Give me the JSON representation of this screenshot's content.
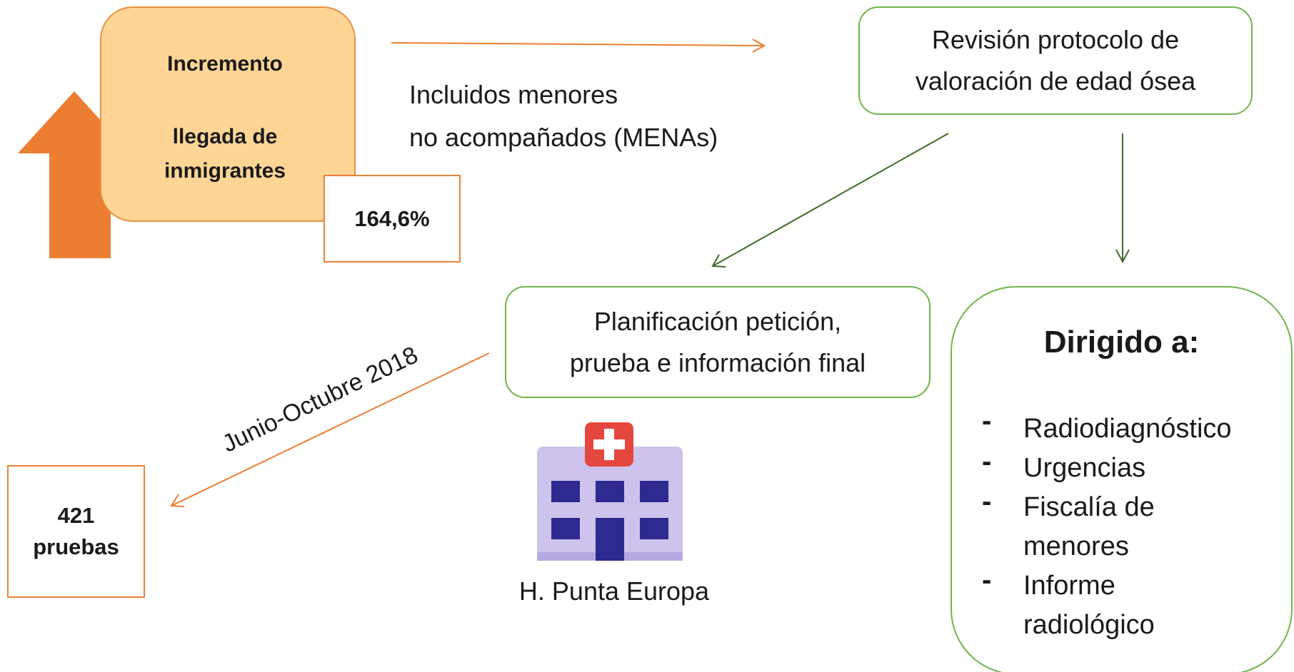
{
  "incremento": {
    "line1": "Incremento",
    "line2": "llegada de",
    "line3": "inmigrantes",
    "percent": "164,6%"
  },
  "note": {
    "line1": "Incluidos menores",
    "line2": "no acompañados (MENAs)"
  },
  "revision": {
    "line1": "Revisión protocolo de",
    "line2": "valoración de edad ósea"
  },
  "planificacion": {
    "line1": "Planificación petición,",
    "line2": "prueba e información final"
  },
  "dirigido": {
    "title": "Dirigido a:",
    "items": [
      {
        "dash": "-",
        "lines": [
          "Radiodiagnóstico"
        ]
      },
      {
        "dash": "-",
        "lines": [
          "Urgencias"
        ]
      },
      {
        "dash": "-",
        "lines": [
          "Fiscalía de",
          "menores"
        ]
      },
      {
        "dash": "-",
        "lines": [
          "Informe",
          "radiológico"
        ]
      }
    ]
  },
  "periodo": "Junio-Octubre 2018",
  "pruebas": {
    "line1": "421",
    "line2": "pruebas"
  },
  "hospital": {
    "label": "H. Punta Europa",
    "icon": "hospital-icon"
  },
  "colors": {
    "orange": "#ed7d31",
    "orange_fill": "#ffd596",
    "green_border": "#6fb54a",
    "dark_green_arrow": "#3f6b25",
    "hospital_body": "#cdc3ec",
    "hospital_windows": "#2e2a8f",
    "hospital_cross_bg": "#e5473f"
  }
}
